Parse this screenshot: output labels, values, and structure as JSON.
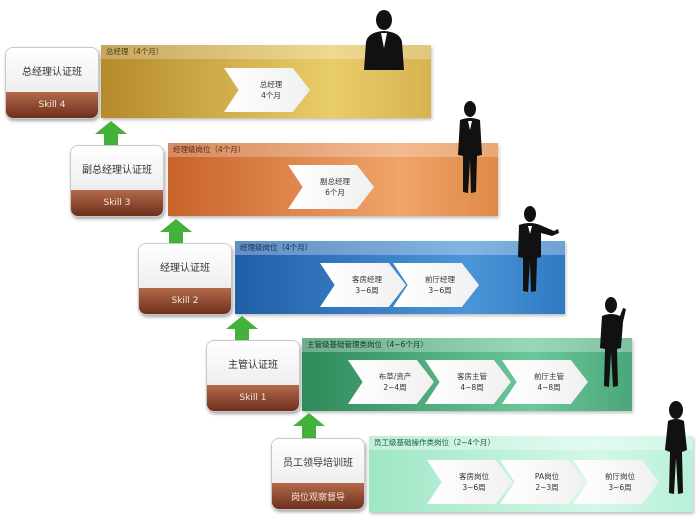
{
  "cards": [
    {
      "title": "总经理认证班",
      "bottom": "Skill 4"
    },
    {
      "title": "副总经理认证班",
      "bottom": "Skill 3"
    },
    {
      "title": "经理认证班",
      "bottom": "Skill 2"
    },
    {
      "title": "主管认证班",
      "bottom": "Skill 1"
    },
    {
      "title": "员工领导培训班",
      "bottom": "岗位观察督导"
    }
  ],
  "stages": [
    {
      "header": "总经理（4个月）",
      "steps": [
        {
          "name": "总经理",
          "duration": "4个月"
        }
      ]
    },
    {
      "header": "经理级岗位（4个月）",
      "steps": [
        {
          "name": "副总经理",
          "duration": "6个月"
        }
      ]
    },
    {
      "header": "经理级岗位（4个月）",
      "steps": [
        {
          "name": "客房经理",
          "duration": "3~6周"
        },
        {
          "name": "前厅经理",
          "duration": "3~6周"
        }
      ]
    },
    {
      "header": "主管级基础管理类岗位（4~6个月）",
      "steps": [
        {
          "name": "布草/资产",
          "duration": "2~4周"
        },
        {
          "name": "客房主管",
          "duration": "4~8周"
        },
        {
          "name": "前厅主管",
          "duration": "4~8周"
        }
      ]
    },
    {
      "header": "员工级基础操作类岗位（2~4个月）",
      "steps": [
        {
          "name": "客房岗位",
          "duration": "3~6周"
        },
        {
          "name": "PA岗位",
          "duration": "2~3周"
        },
        {
          "name": "前厅岗位",
          "duration": "3~6周"
        }
      ]
    }
  ],
  "colors": {
    "stage1": "#c9a54a",
    "stage2": "#e08a47",
    "stage3": "#2f7ac2",
    "stage4": "#4aa77a",
    "stage5": "#b7f0d7",
    "arrow": "#43b13a",
    "card_bottom": "#7a3a24"
  },
  "icons": [
    "up-arrow-icon",
    "businessman-silhouette-icon"
  ]
}
